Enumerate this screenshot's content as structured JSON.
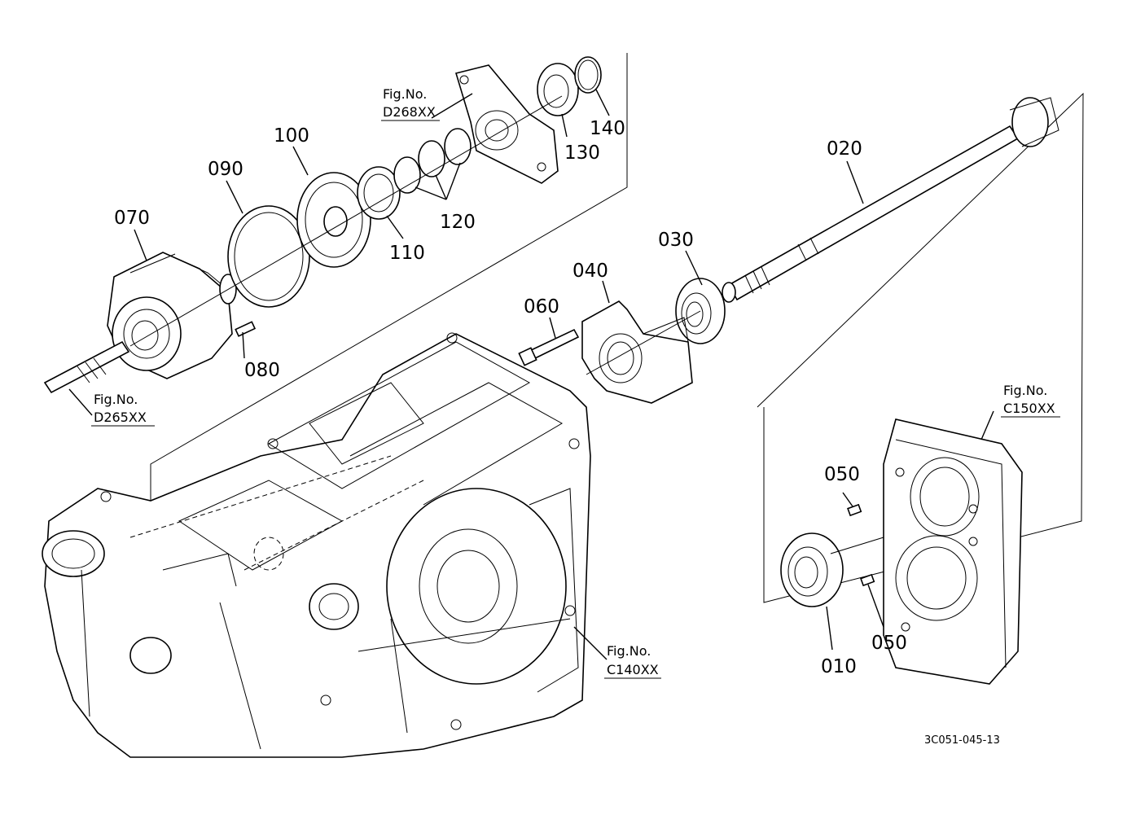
{
  "diagram": {
    "part_labels": {
      "p010": "010",
      "p020": "020",
      "p030": "030",
      "p040": "040",
      "p050a": "050",
      "p050b": "050",
      "p060": "060",
      "p070": "070",
      "p080": "080",
      "p090": "090",
      "p100": "100",
      "p110": "110",
      "p120": "120",
      "p130": "130",
      "p140": "140"
    },
    "figure_refs": {
      "d268": {
        "title": "Fig.No.",
        "code": "D268XX"
      },
      "d265": {
        "title": "Fig.No.",
        "code": "D265XX"
      },
      "c140": {
        "title": "Fig.No.",
        "code": "C140XX"
      },
      "c150": {
        "title": "Fig.No.",
        "code": "C150XX"
      }
    },
    "drawing_code": "3C051-045-13"
  }
}
